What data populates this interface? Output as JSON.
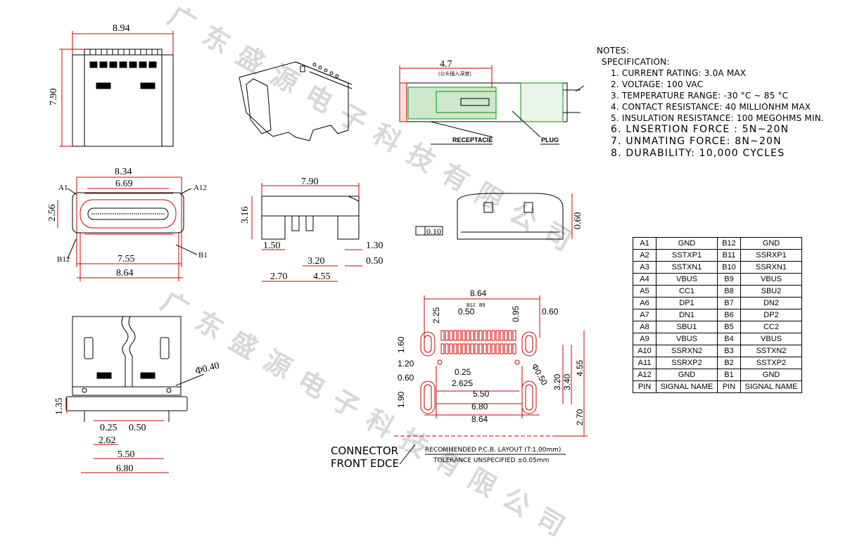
{
  "watermark": {
    "line1": "广东盛源电子科技有限公司",
    "line2": "广东盛源电子科技有限公司"
  },
  "notes": {
    "heading": "NOTES:",
    "subheading": "SPECIFICATION:",
    "items": [
      "1. CURRENT RATING: 3.0A MAX",
      "2. VOLTAGE: 100 VAC",
      "3. TEMPERATURE RANGE: -30 °C ~ 85 °C",
      "4. CONTACT RESISTANCE: 40 MILLIONHM MAX",
      "5. INSULATION RESISTANCE: 100 MEGOHMS MIN.",
      "6. LNSERTION FORCE : 5N~20N",
      "7. UNMATING FORCE: 8N~20N",
      "8. DURABILITY:   10,000 CYCLES"
    ]
  },
  "pin_table": {
    "rows": [
      [
        "A1",
        "GND",
        "B12",
        "GND"
      ],
      [
        "A2",
        "SSTXP1",
        "B11",
        "SSRXP1"
      ],
      [
        "A3",
        "SSTXN1",
        "B10",
        "SSRXN1"
      ],
      [
        "A4",
        "VBUS",
        "B9",
        "VBUS"
      ],
      [
        "A5",
        "CC1",
        "B8",
        "SBU2"
      ],
      [
        "A6",
        "DP1",
        "B7",
        "DN2"
      ],
      [
        "A7",
        "DN1",
        "B6",
        "DP2"
      ],
      [
        "A8",
        "SBU1",
        "B5",
        "CC2"
      ],
      [
        "A9",
        "VBUS",
        "B4",
        "VBUS"
      ],
      [
        "A10",
        "SSRXN2",
        "B3",
        "SSTXN2"
      ],
      [
        "A11",
        "SSRXP2",
        "B2",
        "SSTXP2"
      ],
      [
        "A12",
        "GND",
        "B1",
        "GND"
      ]
    ],
    "header": [
      "PIN",
      "SIGNAL NAME",
      "PIN",
      "SIGNAL NAME"
    ]
  },
  "dims": {
    "top_w": "8.94",
    "top_h": "7.90",
    "front_w1": "8.34",
    "front_w2": "6.69",
    "front_h": "2.56",
    "front_w3": "7.55",
    "front_w4": "8.64",
    "a1": "A1",
    "a12": "A12",
    "b12": "B12",
    "b1": "B1",
    "bot_hole": "Φ0.40",
    "bot_h": "1.35",
    "bot_p1": "0.25",
    "bot_p2": "0.50",
    "bot_w1": "2.62",
    "bot_w2": "5.50",
    "bot_w3": "6.80",
    "side_w": "7.90",
    "side_h": "3.16",
    "side_a": "1.50",
    "side_b": "3.20",
    "side_c": "1.30",
    "side_d": "0.50",
    "side_e": "2.70",
    "side_f": "4.55",
    "sec_depth": "4.7",
    "sec_note": "(公头插入深度)",
    "sec_recept": "RECEPTACIE",
    "sec_plug": "PLUG",
    "flat_val": "0.10",
    "rear_h": "0.60",
    "pcb_w": "8.64",
    "pcb_a": "2.25",
    "pcb_b": "0.50",
    "pcb_c": "0.95",
    "pcb_d": "0.60",
    "pcb_e": "1.60",
    "pcb_f": "1.20",
    "pcb_g": "0.60",
    "pcb_h": "0.25",
    "pcb_i": "2.625",
    "pcb_j": "5.50",
    "pcb_k": "6.80",
    "pcb_l": "8.64",
    "pcb_m": "1.90",
    "pcb_n": "Φ0.50",
    "pcb_o": "3.20",
    "pcb_p": "3.40",
    "pcb_q": "4.55",
    "pcb_r": "2.70",
    "pcb_b12": "B12",
    "pcb_b9": "B9"
  },
  "captions": {
    "front_edge_1": "CONNECTOR",
    "front_edge_2": "FRONT EDCE",
    "pcb_title": "RECOMMENDED   P.C.B. LAYOUT  (T:1.00mm)",
    "pcb_tol": "TOLERANCE  UNSPECIFIED  ±0.05mm"
  }
}
